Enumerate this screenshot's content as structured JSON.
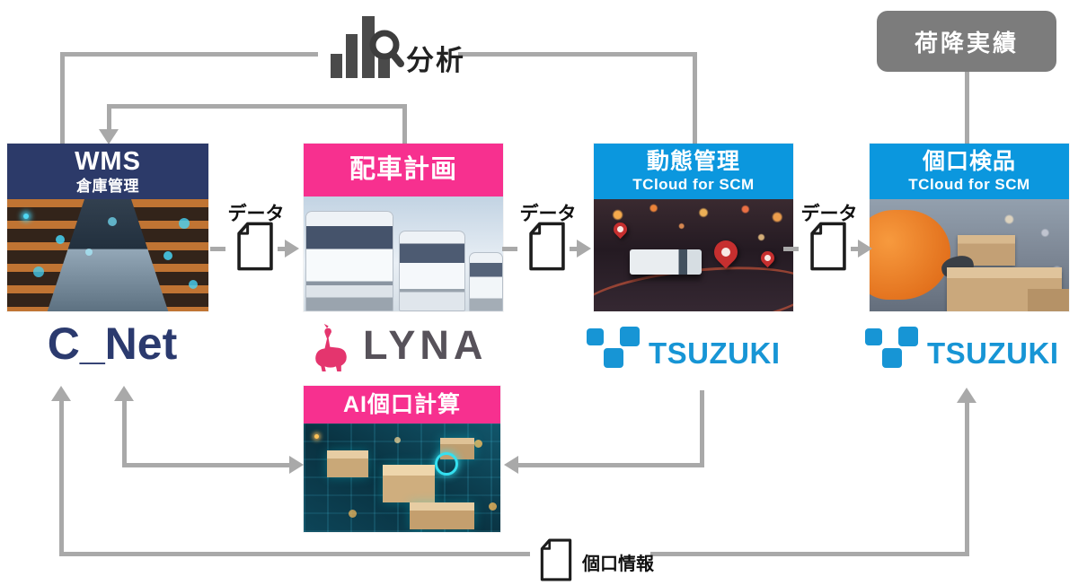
{
  "analysis": {
    "label": "分析"
  },
  "unload": {
    "label": "荷降実績"
  },
  "flow": {
    "data_label": "データ",
    "parcel_label": "個口情報"
  },
  "boxes": {
    "wms": {
      "title": "WMS",
      "subtitle": "倉庫管理"
    },
    "dispatch": {
      "title": "配車計画"
    },
    "dynamic": {
      "title": "動態管理",
      "subtitle": "TCloud for SCM"
    },
    "inspection": {
      "title": "個口検品",
      "subtitle": "TCloud for SCM"
    },
    "ai": {
      "title": "AI個口計算"
    }
  },
  "logos": {
    "cnet": {
      "text": "C_Net"
    },
    "lyna": {
      "text": "LYNA"
    },
    "tsuzuki1": {
      "text": "TSUZUKI"
    },
    "tsuzuki2": {
      "text": "TSUZUKI"
    }
  },
  "colors": {
    "navy": "#2c3a69",
    "pink": "#f7308f",
    "blue": "#0b97de",
    "graybox": "#7c7c7c",
    "arrow": "#a9a9a9",
    "cnet": "#2b3a6e",
    "lyna_camel": "#e4356e",
    "lyna_text": "#57525a",
    "tsuzuki": "#1795d5"
  }
}
